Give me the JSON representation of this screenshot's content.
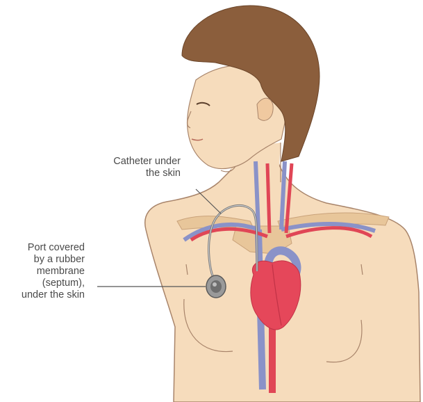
{
  "labels": {
    "catheter": [
      "Catheter under",
      "the skin"
    ],
    "port": [
      "Port covered",
      "by a rubber",
      "membrane",
      "(septum),",
      "under the skin"
    ]
  },
  "colors": {
    "skin": "#f6dcbc",
    "skin_outline": "#a8846a",
    "hair": "#8b5e3c",
    "artery": "#e04656",
    "vein": "#8a92c8",
    "heart": "#e5475a",
    "bone": "#e8c69a",
    "port": "#9a9a9a",
    "leader_line": "#555555"
  }
}
